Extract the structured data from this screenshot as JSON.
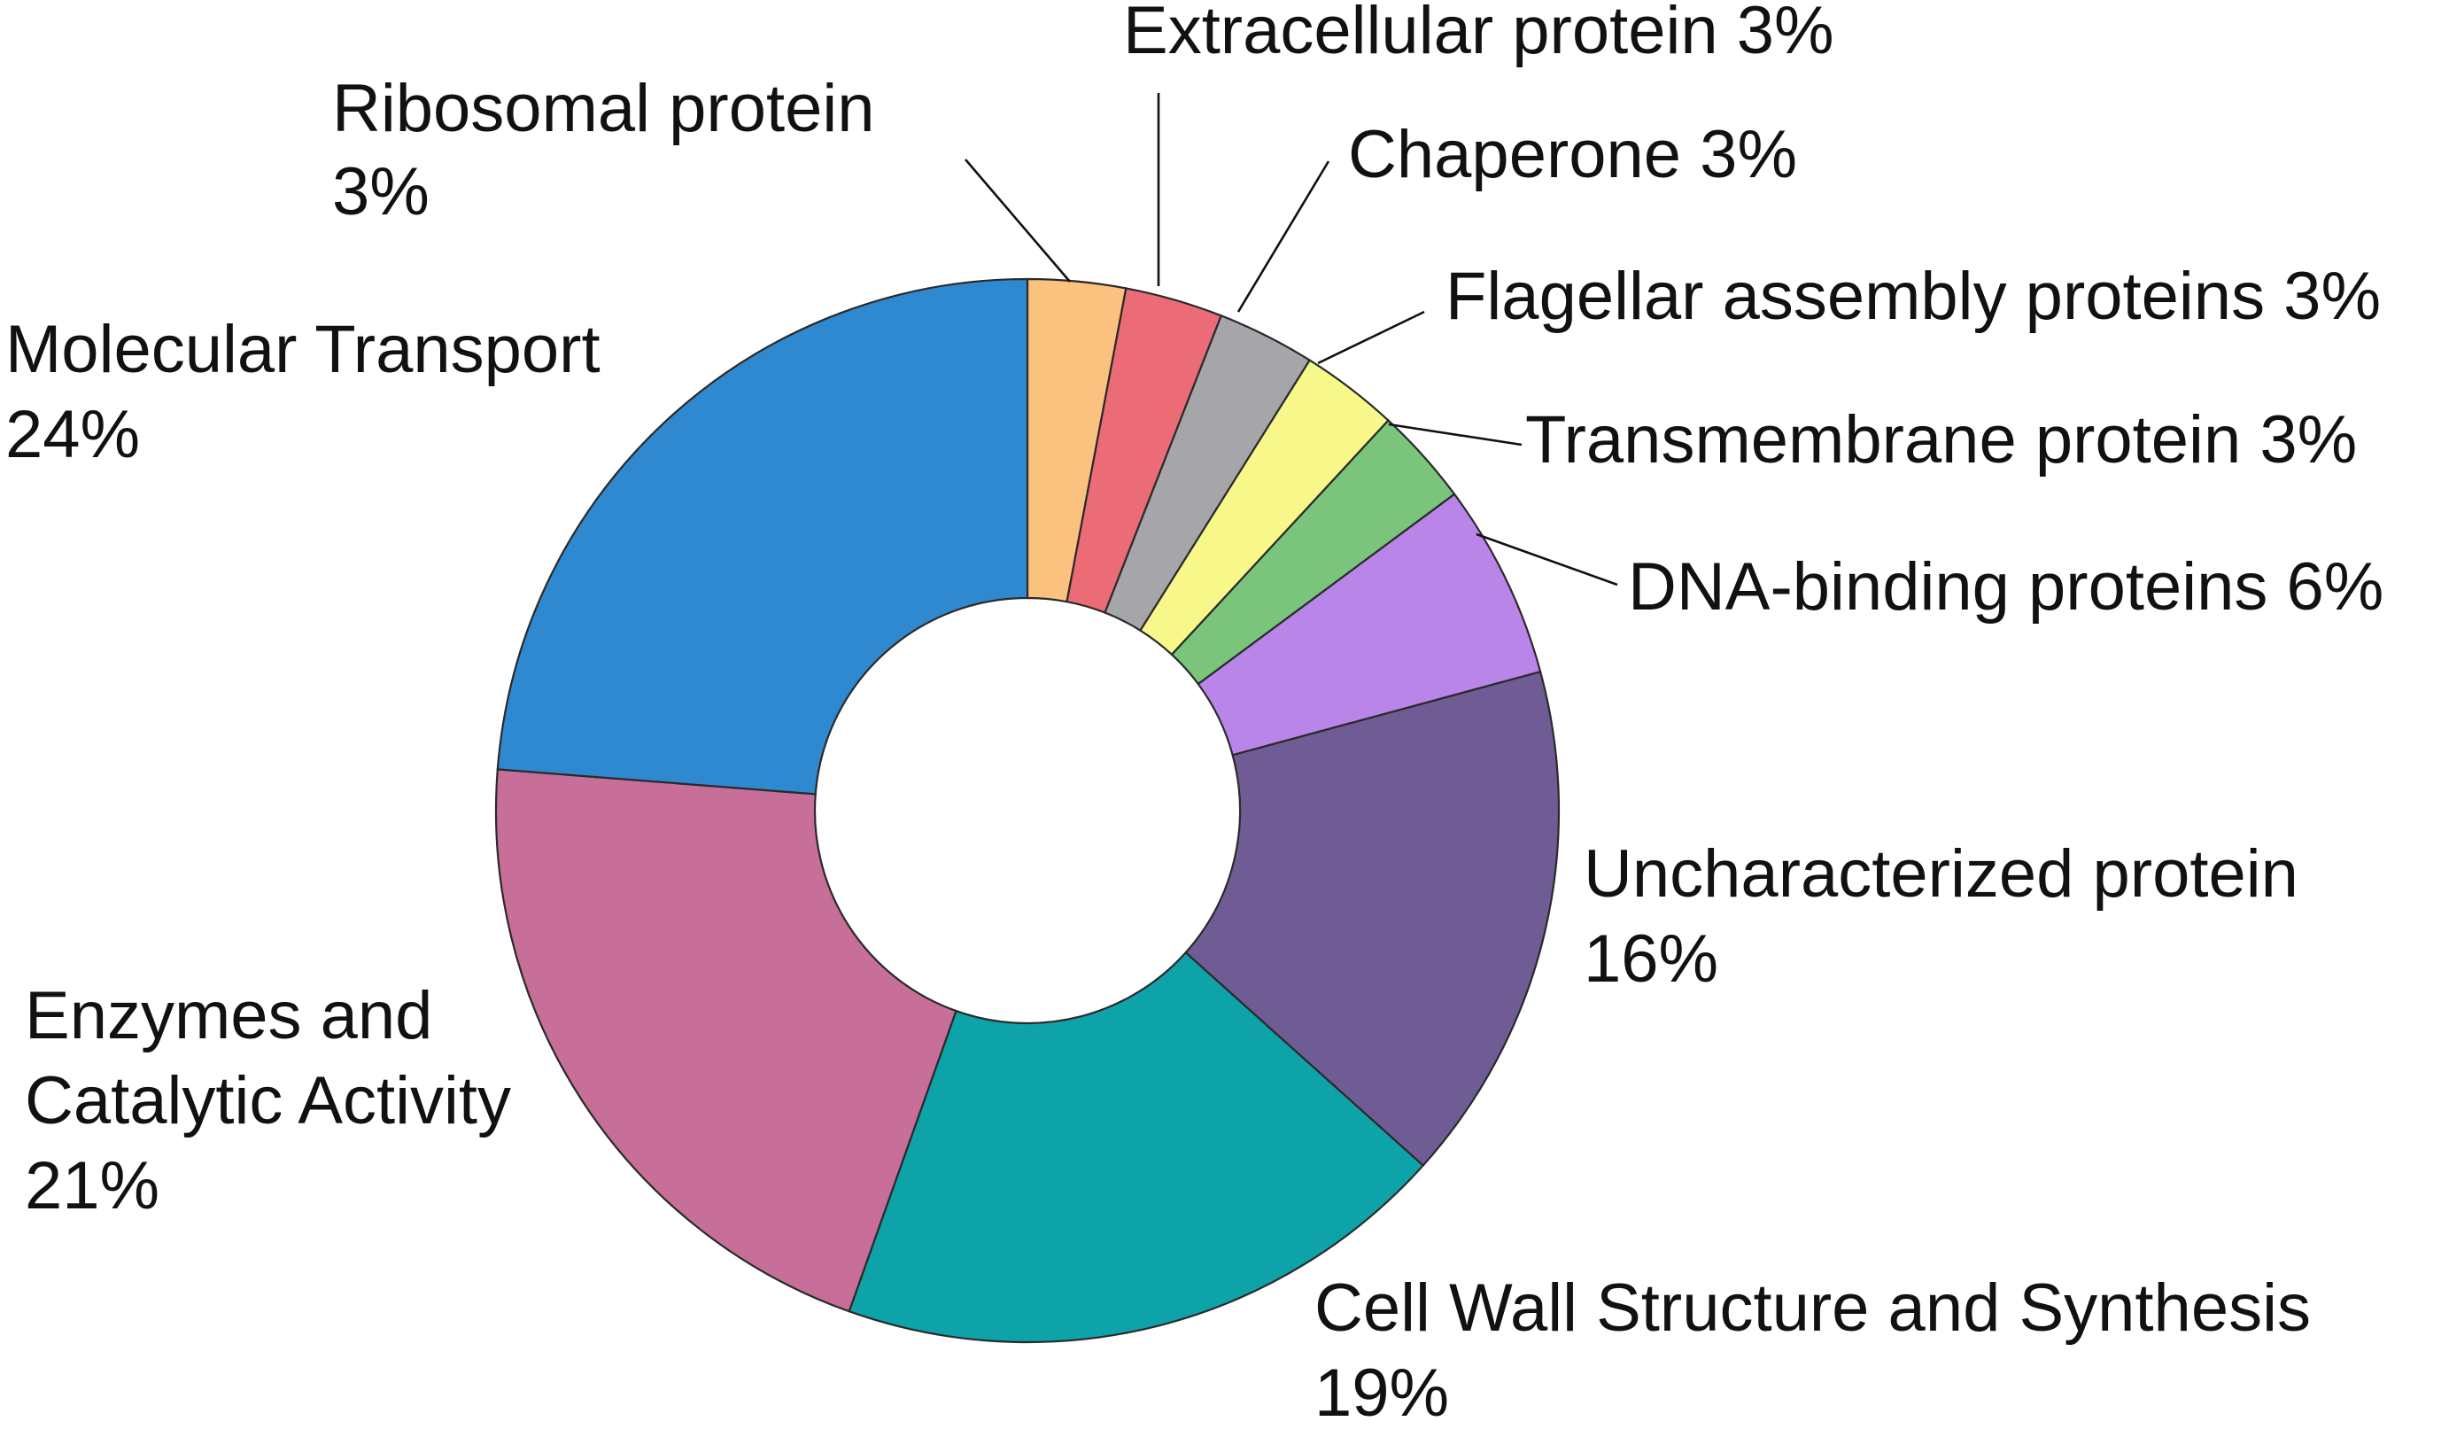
{
  "chart_data": {
    "type": "pie",
    "donut": true,
    "title": "",
    "legend": "none",
    "slices": [
      {
        "name": "Ribosomal protein",
        "value": 3,
        "label": "3%",
        "color": "#FBC27F"
      },
      {
        "name": "Extracellular protein",
        "value": 3,
        "label": "3%",
        "color": "#EB6B77"
      },
      {
        "name": "Chaperone",
        "value": 3,
        "label": "3%",
        "color": "#A6A5A9"
      },
      {
        "name": "Flagellar assembly proteins",
        "value": 3,
        "label": "3%",
        "color": "#F8F88A"
      },
      {
        "name": "Transmembrane protein",
        "value": 3,
        "label": "3%",
        "color": "#7BC47C"
      },
      {
        "name": "DNA-binding proteins",
        "value": 6,
        "label": "6%",
        "color": "#B985E9"
      },
      {
        "name": "Uncharacterized protein",
        "value": 16,
        "label": "16%",
        "color": "#705C95"
      },
      {
        "name": "Cell Wall Structure and Synthesis",
        "value": 19,
        "label": "19%",
        "color": "#0DA3A9"
      },
      {
        "name": "Enzymes and Catalytic Activity",
        "value": 21,
        "label": "21%",
        "color": "#C76E99"
      },
      {
        "name": "Molecular Transport",
        "value": 24,
        "label": "24%",
        "color": "#2F89D0"
      }
    ]
  }
}
